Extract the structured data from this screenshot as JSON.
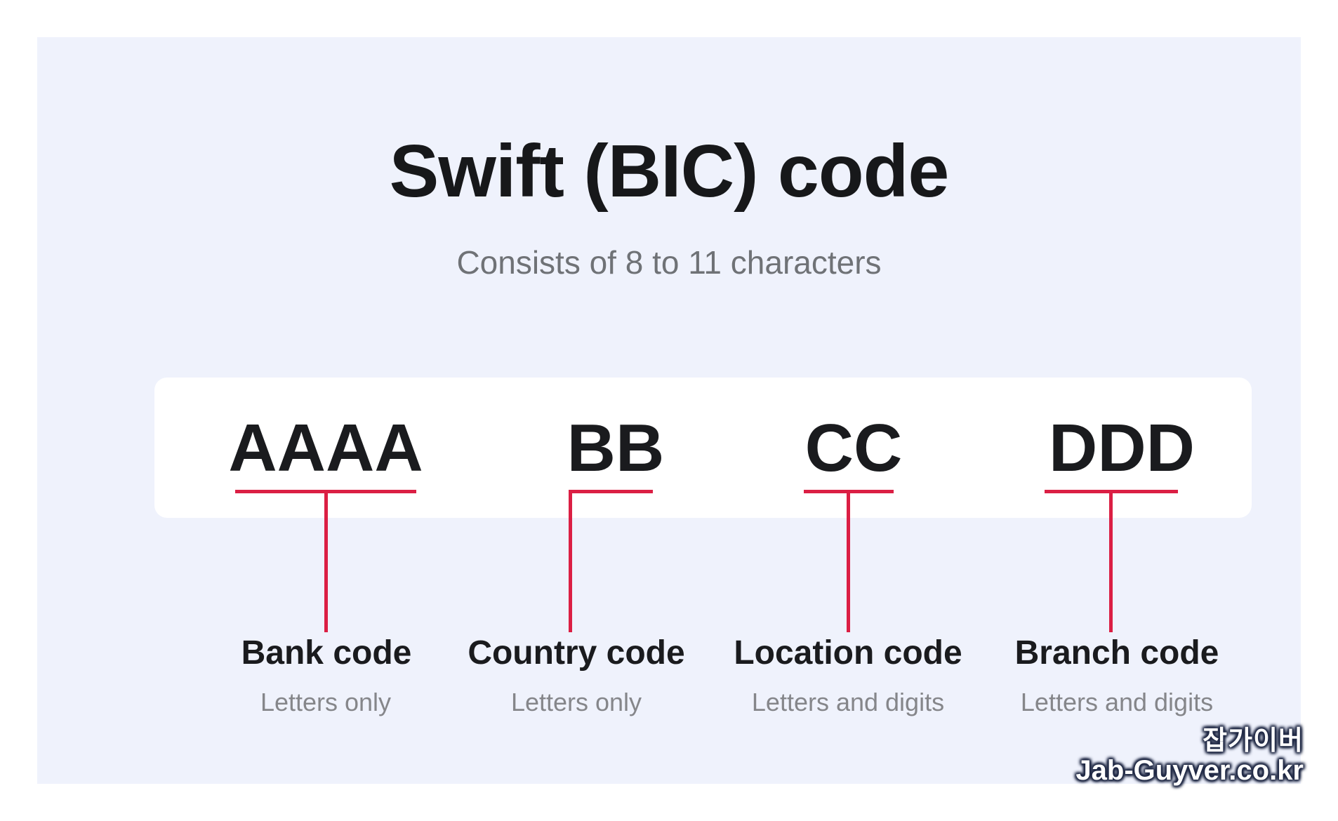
{
  "title": "Swift (BIC) code",
  "subtitle": "Consists of 8 to 11 characters",
  "accent_color": "#DB1F44",
  "panel_background": "#EFF2FC",
  "segments": [
    {
      "code": "AAAA",
      "label": "Bank code",
      "note": "Letters only"
    },
    {
      "code": "BB",
      "label": "Country code",
      "note": "Letters only"
    },
    {
      "code": "CC",
      "label": "Location code",
      "note": "Letters and digits"
    },
    {
      "code": "DDD",
      "label": "Branch code",
      "note": "Letters and digits"
    }
  ],
  "watermark": {
    "line1": "잡가이버",
    "line2": "Jab-Guyver.co.kr"
  }
}
